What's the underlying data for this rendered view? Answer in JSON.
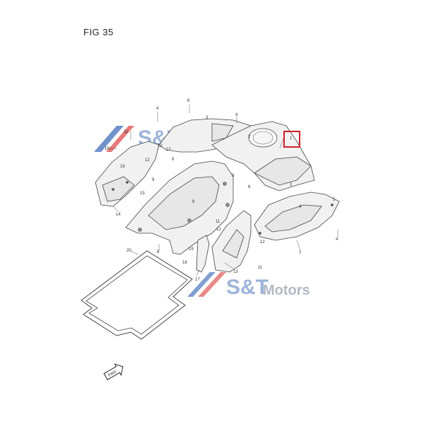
{
  "figure": {
    "title": "FIG 35"
  },
  "watermark": {
    "brand": "S&T",
    "suffix": "Motors",
    "color_blue": "#2f5fb3",
    "color_red": "#d83a3a",
    "color_grey": "#9aa3b2"
  },
  "highlight": {
    "label": "1",
    "color": "#d0202a"
  },
  "callouts": [
    "1",
    "2",
    "3",
    "4",
    "4",
    "4",
    "5",
    "6",
    "6",
    "7",
    "8",
    "9",
    "9",
    "9",
    "9",
    "10",
    "11",
    "11",
    "11",
    "12",
    "12",
    "12",
    "12",
    "12",
    "13",
    "14",
    "15",
    "16",
    "17",
    "18",
    "19",
    "20",
    "2",
    "4"
  ],
  "fwd_icon": {
    "label": "FWD"
  }
}
